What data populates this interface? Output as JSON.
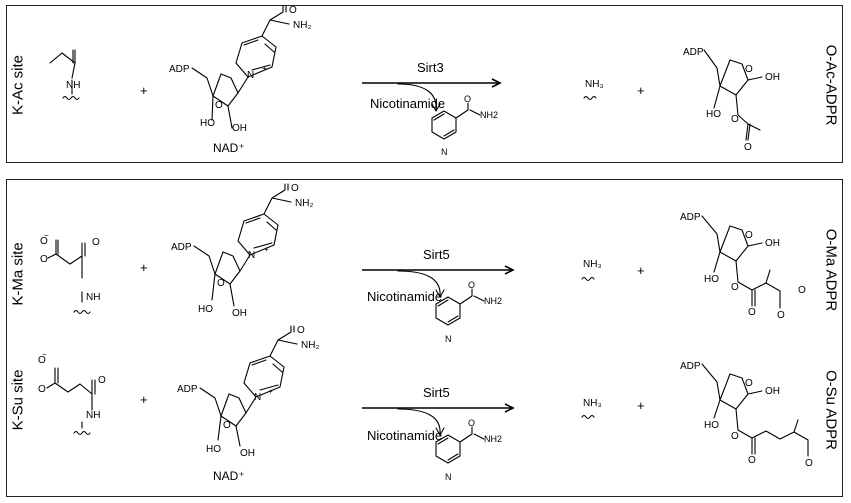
{
  "top": {
    "site_label": "K-Ac site",
    "product_label": "O-Ac-ADPR",
    "enzyme": "Sirt3",
    "byproduct": "Nicotinamide",
    "cofactor_label": "NAD⁺",
    "adp": "ADP",
    "nh2": "NH₂",
    "nh2_product": "NH2",
    "nh": "NH",
    "nh3": "NH₃",
    "oh": "OH",
    "ho": "HO",
    "plus": "+"
  },
  "middle": {
    "site_label": "K-Ma site",
    "product_label": "O-Ma ADPR",
    "enzyme": "Sirt5",
    "byproduct": "Nicotinamide"
  },
  "bottom": {
    "site_label": "K-Su site",
    "product_label": "O-Su ADPR",
    "enzyme": "Sirt5",
    "byproduct": "Nicotinamide",
    "cofactor_label": "NAD⁺"
  }
}
